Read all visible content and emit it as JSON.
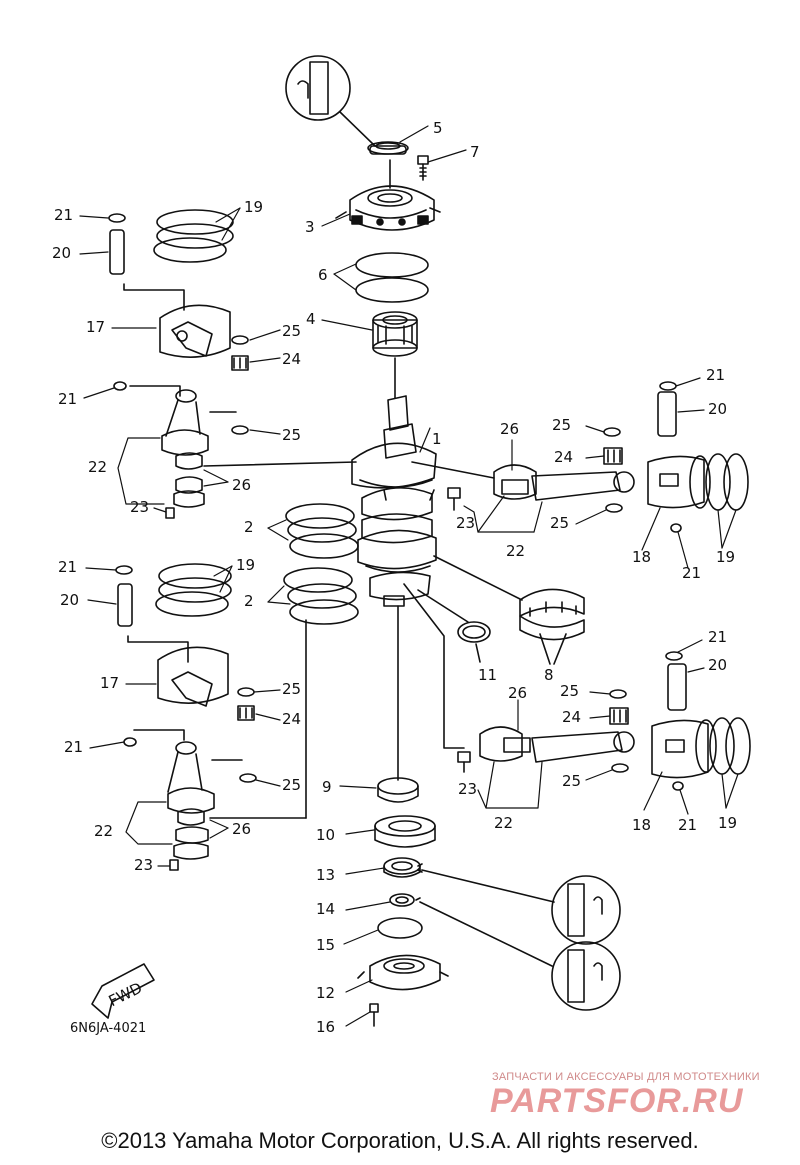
{
  "diagram": {
    "drawing_code": "6N6JA-4021",
    "fwd_label": "FWD",
    "callouts": {
      "c1": "1",
      "c2a": "2",
      "c2b": "2",
      "c3": "3",
      "c4": "4",
      "c5": "5",
      "c6": "6",
      "c7": "7",
      "c8": "8",
      "c9": "9",
      "c10": "10",
      "c11": "11",
      "c12": "12",
      "c13": "13",
      "c14": "14",
      "c15": "15",
      "c16": "16",
      "c17a": "17",
      "c17b": "17",
      "c18a": "18",
      "c18b": "18",
      "c19a": "19",
      "c19b": "19",
      "c19c": "19",
      "c19d": "19",
      "c20a": "20",
      "c20b": "20",
      "c20c": "20",
      "c20d": "20",
      "c21a": "21",
      "c21b": "21",
      "c21c": "21",
      "c21d": "21",
      "c21e": "21",
      "c21f": "21",
      "c21g": "21",
      "c21h": "21",
      "c22a": "22",
      "c22b": "22",
      "c22c": "22",
      "c22d": "22",
      "c23a": "23",
      "c23b": "23",
      "c23c": "23",
      "c23d": "23",
      "c24a": "24",
      "c24b": "24",
      "c24c": "24",
      "c24d": "24",
      "c25a": "25",
      "c25b": "25",
      "c25c": "25",
      "c25d": "25",
      "c25e": "25",
      "c25f": "25",
      "c25g": "25",
      "c25h": "25",
      "c26a": "26",
      "c26b": "26",
      "c26c": "26",
      "c26d": "26"
    }
  },
  "watermark": {
    "tagline": "ЗАПЧАСТИ И АКСЕССУАРЫ ДЛЯ МОТОТЕХНИКИ",
    "brand": "PARTSFOR.RU"
  },
  "footer": {
    "copyright": "©2013 Yamaha Motor Corporation, U.S.A. All rights reserved."
  }
}
